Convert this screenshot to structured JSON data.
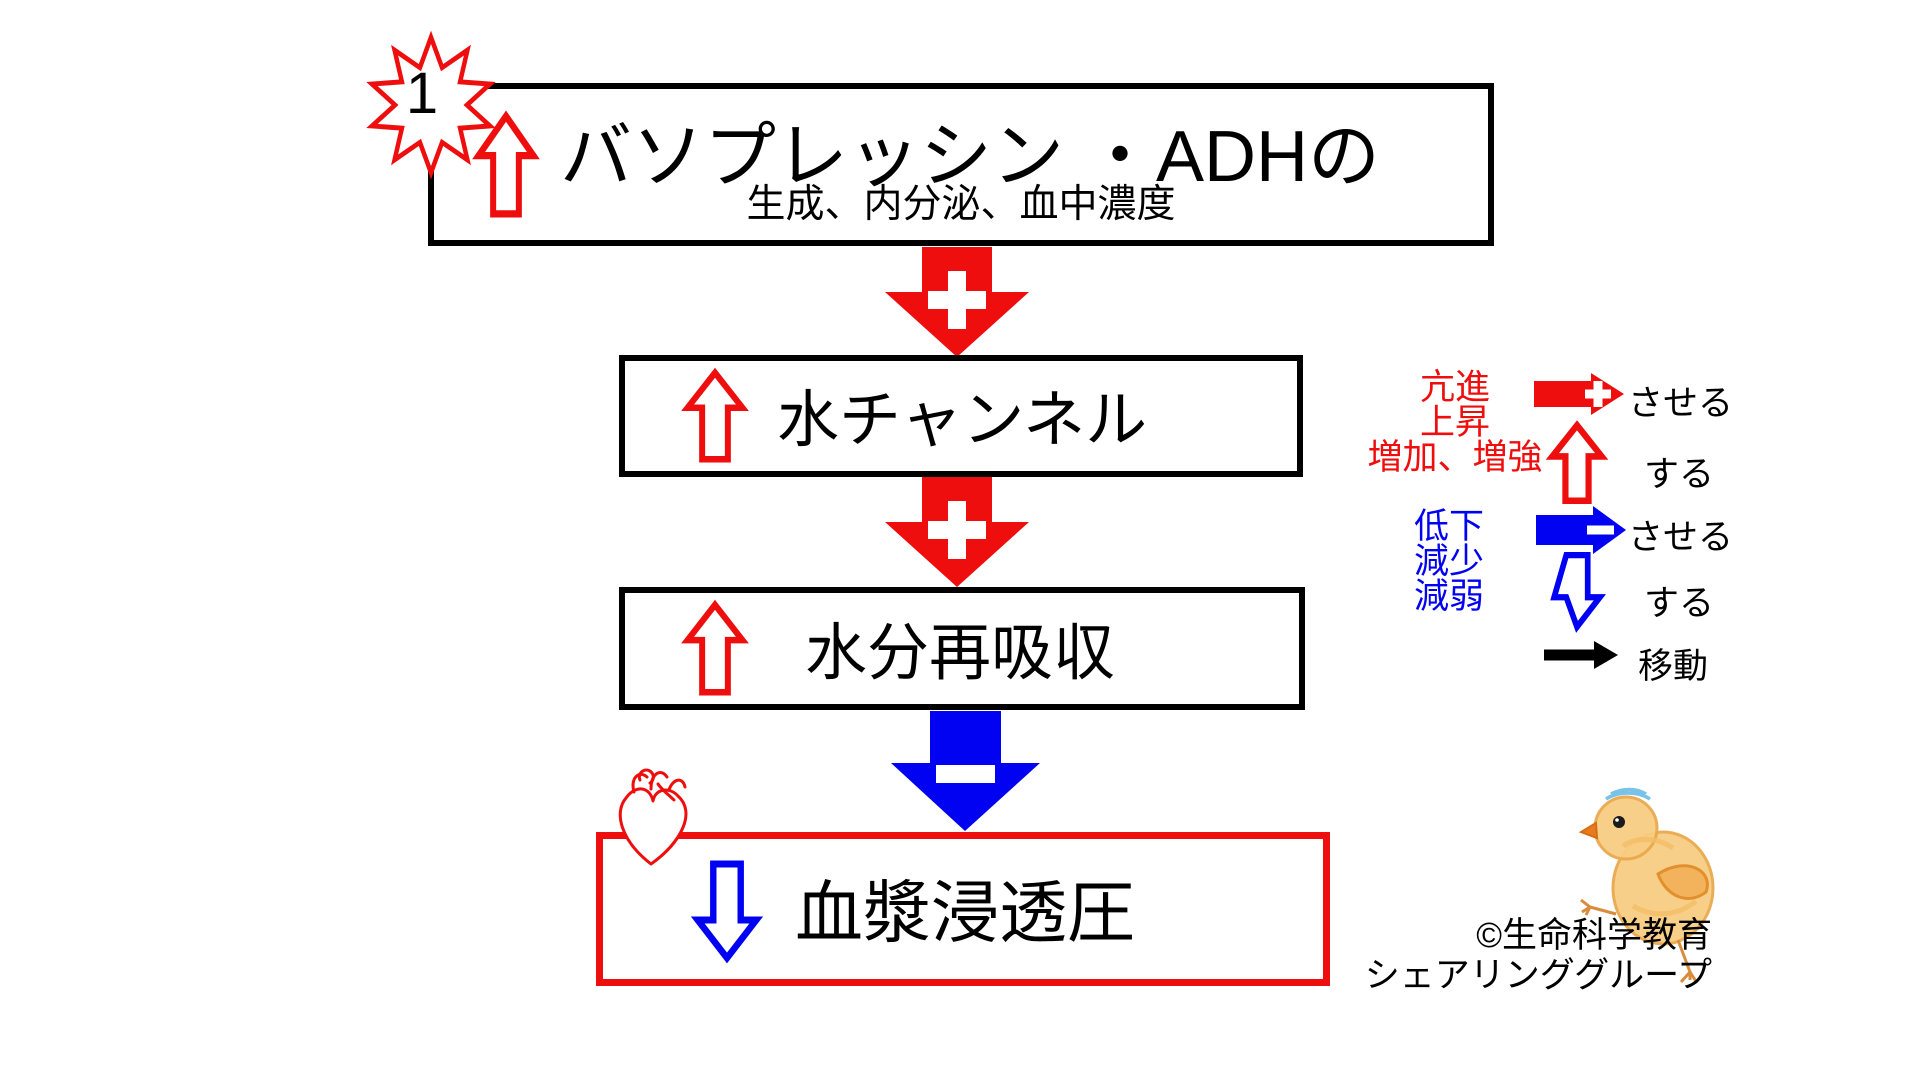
{
  "colors": {
    "red": "#ee0e0e",
    "blue": "#0202f2",
    "black": "#000000"
  },
  "star": {
    "label": "1"
  },
  "boxes": [
    {
      "title": "バソプレッシン ・ADHの",
      "subtitle": "生成、内分泌、血中濃度"
    },
    {
      "title": "水チャンネル"
    },
    {
      "title": "水分再吸収"
    },
    {
      "title": "血漿浸透圧"
    }
  ],
  "legend": {
    "increase_words": [
      "亢進",
      "上昇",
      "増加、増強"
    ],
    "decrease_words": [
      "低下",
      "減少",
      "減弱"
    ],
    "cause_label": "させる",
    "do_label": "する",
    "move_label": "移動"
  },
  "credit": {
    "line1": "©生命科学教育",
    "line2": "シェアリンググループ"
  }
}
